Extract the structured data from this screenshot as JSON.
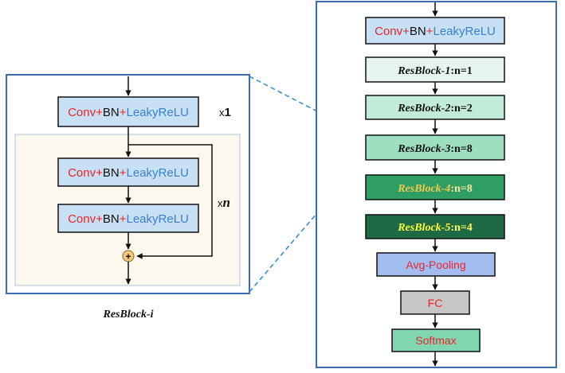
{
  "colors": {
    "conv": "#e8262b",
    "plus": "#e8262b",
    "bn": "#111111",
    "leaky": "#3a7fd0",
    "frame": "#3b6bb5",
    "dashed": "#3a8fd6"
  },
  "conv_block": {
    "conv": "Conv",
    "plus1": "+",
    "bn": "BN",
    "plus2": "+",
    "leaky": "LeakyReLU"
  },
  "left_panel": {
    "multiplier_1_prefix": "x",
    "multiplier_1_value": "1",
    "multiplier_n_prefix": "x",
    "multiplier_n_value": "n",
    "add_symbol": "+",
    "caption": "ResBlock-i"
  },
  "right_panel": {
    "resblocks": [
      {
        "name": "ResBlock-1",
        "suffix": ":n=1",
        "fill": "#e5f5ee",
        "text_color": "#111111",
        "name_color": "#111111"
      },
      {
        "name": "ResBlock-2",
        "suffix": ":n=2",
        "fill": "#c3ecd8",
        "text_color": "#111111",
        "name_color": "#111111"
      },
      {
        "name": "ResBlock-3",
        "suffix": ":n=8",
        "fill": "#9ddfc0",
        "text_color": "#111111",
        "name_color": "#111111"
      },
      {
        "name": "ResBlock-4",
        "suffix": ":n=8",
        "fill": "#2f9e64",
        "text_color": "#f6e9a2",
        "name_color": "#f2c84a"
      },
      {
        "name": "ResBlock-5",
        "suffix": ":n=4",
        "fill": "#1f6a45",
        "text_color": "#ffff66",
        "name_color": "#ffff33"
      }
    ],
    "avg_pooling": {
      "label": "Avg-Pooling",
      "fill": "#a3bdf0",
      "text_color": "#e8262b"
    },
    "fc": {
      "label": "FC",
      "fill": "#c6c6c6",
      "text_color": "#e8262b"
    },
    "softmax": {
      "label": "Softmax",
      "fill": "#7fd6b0",
      "text_color": "#e8262b"
    }
  }
}
